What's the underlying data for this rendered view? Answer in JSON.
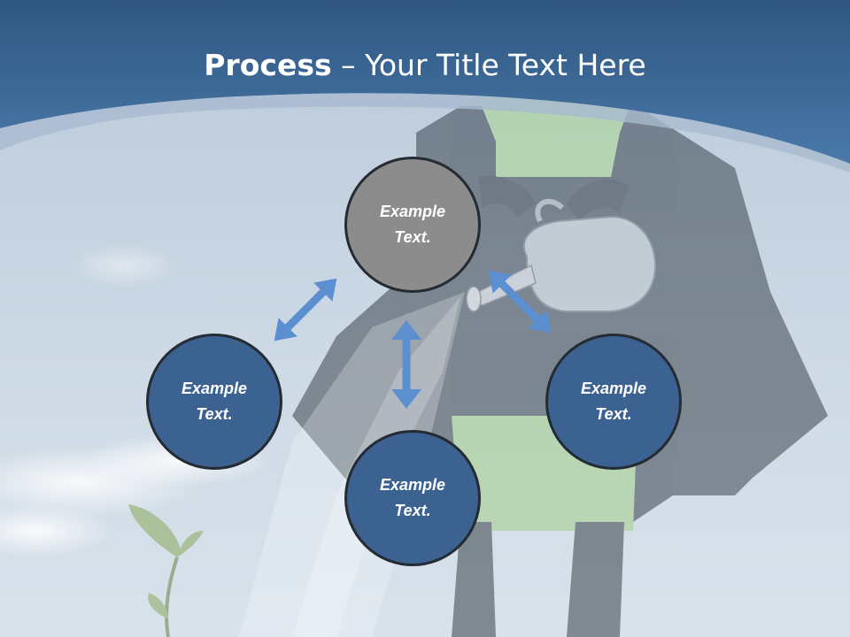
{
  "slide": {
    "title_bold": "Process",
    "title_rest": " – Your Title Text Here",
    "colors": {
      "header_blue": "#3f6d9d",
      "node_blue": "#3b6290",
      "node_gray": "#8c8c8c",
      "arrow_blue": "#5b8fcf"
    }
  },
  "nodes": {
    "top": {
      "line1": "Example",
      "line2": "Text."
    },
    "left": {
      "line1": "Example",
      "line2": "Text."
    },
    "bottom": {
      "line1": "Example",
      "line2": "Text."
    },
    "right": {
      "line1": "Example",
      "line2": "Text."
    }
  }
}
